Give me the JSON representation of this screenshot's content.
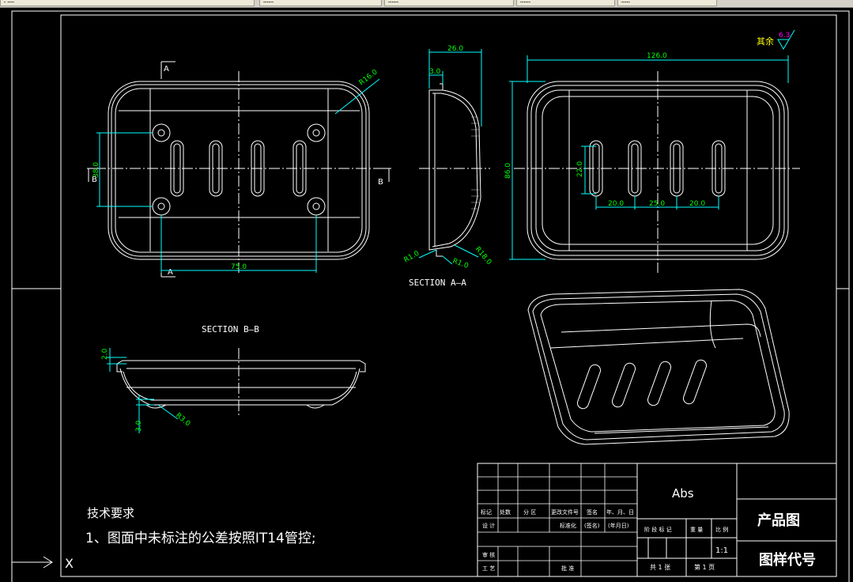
{
  "tabs": [
    {
      "label": "ꞏ ꞏꞏꞏꞏ"
    },
    {
      "label": "ꞏꞏꞏꞏꞏꞏ"
    },
    {
      "label": "ꞏꞏꞏꞏꞏꞏ"
    },
    {
      "label": "ꞏꞏꞏꞏꞏꞏ"
    },
    {
      "label": "ꞏꞏꞏꞏꞏ"
    }
  ],
  "colors": {
    "background": "#000000",
    "geometry": "#ffffff",
    "dimension": "#00ffff",
    "dim_text": "#00ff00",
    "roughness": "#ffff00"
  },
  "roughness": {
    "label": "其余",
    "value": "6.3"
  },
  "top_view": {
    "section_a": "A",
    "section_b": "B",
    "dims": {
      "radius": "R16.0",
      "hole_spacing": "75.0",
      "vertical": "38.0"
    }
  },
  "section_aa": {
    "title": "SECTION A—A",
    "dims": {
      "depth": "26.0",
      "lip": "3.0",
      "r1": "R1.0",
      "r18": "R18.0",
      "r1b": "R1.0"
    }
  },
  "front_view": {
    "dims": {
      "width": "126.0",
      "height": "86.0",
      "slot_length": "22.0",
      "pitch1": "20.0",
      "pitch2": "25.0",
      "pitch3": "20.0"
    }
  },
  "section_bb": {
    "title": "SECTION B—B",
    "dims": {
      "top": "2.0",
      "bottom": "3.0",
      "radius": "R3.0"
    }
  },
  "notes": {
    "heading": "技术要求",
    "line1": "1、图面中未标注的公差按照IT14管控;"
  },
  "ucs": {
    "axis": "X"
  },
  "title_block": {
    "material": "Abs",
    "product": "产品图",
    "drawing_code": "图样代号",
    "scale": "1:1",
    "rev_headers": [
      "标记",
      "处数",
      "分 区",
      "更改文件号",
      "签名",
      "年、月、日"
    ],
    "design": "设 计",
    "standardize": "标准化",
    "sign": "(签名)",
    "date": "(年月日)",
    "stage_headers": [
      "阶 段 标 记",
      "重 量",
      "比 例"
    ],
    "review": "审 核",
    "process": "工 艺",
    "approve": "批 准",
    "sheets_total": "共 1 张",
    "sheet_no": "第 1 页"
  }
}
